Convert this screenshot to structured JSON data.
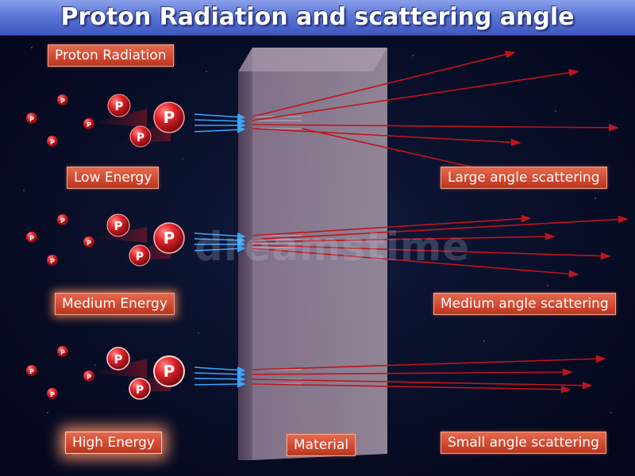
{
  "title": "Proton Radiation and scattering angle",
  "labels": {
    "proton_radiation": "Proton Radiation",
    "low_energy": "Low Energy",
    "medium_energy": "Medium Energy",
    "high_energy": "High Energy",
    "large_angle": "Large angle scattering",
    "medium_angle": "Medium angle scattering",
    "small_angle": "Small angle scattering",
    "material": "Material"
  },
  "proton_symbol": "P",
  "watermark": "dreamstime",
  "colors": {
    "background": "#070b22",
    "title_bar": "#5b76d6",
    "label_fill": "#d34a31",
    "proton": "#d81f26",
    "incoming_beam": "#3aa6ff",
    "scattered_beam": "#c0141c",
    "material": "#8f7e92"
  }
}
